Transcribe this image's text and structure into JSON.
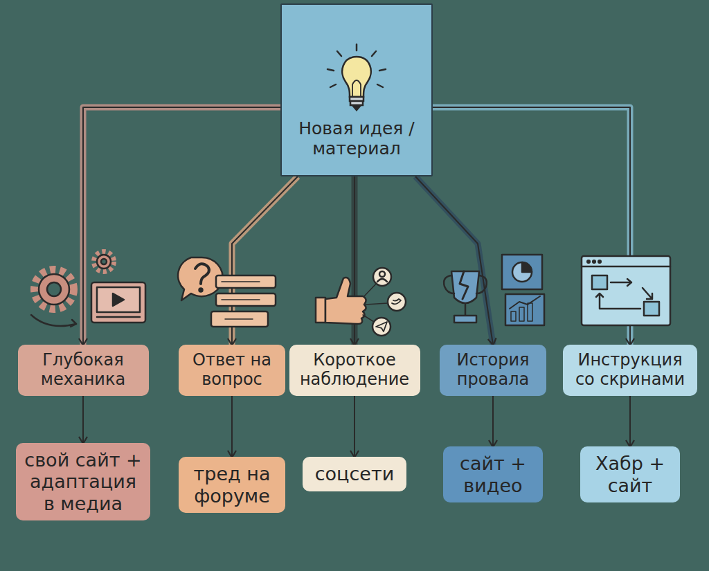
{
  "diagram": {
    "nodes": [
      {
        "text": [
          "Новая идея / материал"
        ]
      },
      {
        "text": [
          "Глубокая механика"
        ]
      },
      {
        "text": [
          "Ответ на вопрос"
        ]
      },
      {
        "text": [
          "Короткое наблюдение"
        ]
      },
      {
        "text": [
          "История провала"
        ]
      },
      {
        "text": [
          "Инструкция со скринами"
        ]
      },
      {
        "text": [
          "свой сайт + адаптация в медиа"
        ]
      },
      {
        "text": [
          "тред на форуме"
        ]
      },
      {
        "text": [
          "соцсети"
        ]
      },
      {
        "text": [
          "сайт + видео"
        ]
      },
      {
        "text": [
          "Хабр + сайт"
        ]
      }
    ],
    "edges": [
      {
        "from": 0,
        "to": 1,
        "arrow": "to"
      },
      {
        "from": 0,
        "to": 2,
        "arrow": "to"
      },
      {
        "from": 0,
        "to": 3,
        "arrow": "to"
      },
      {
        "from": 0,
        "to": 4,
        "arrow": "to"
      },
      {
        "from": 0,
        "to": 5,
        "arrow": "to"
      },
      {
        "from": 1,
        "to": 6,
        "arrow": "to"
      },
      {
        "from": 2,
        "to": 7,
        "arrow": "to"
      },
      {
        "from": 3,
        "to": 8,
        "arrow": "to"
      },
      {
        "from": 4,
        "to": 9,
        "arrow": "to"
      },
      {
        "from": 5,
        "to": 10,
        "arrow": "to"
      }
    ]
  }
}
